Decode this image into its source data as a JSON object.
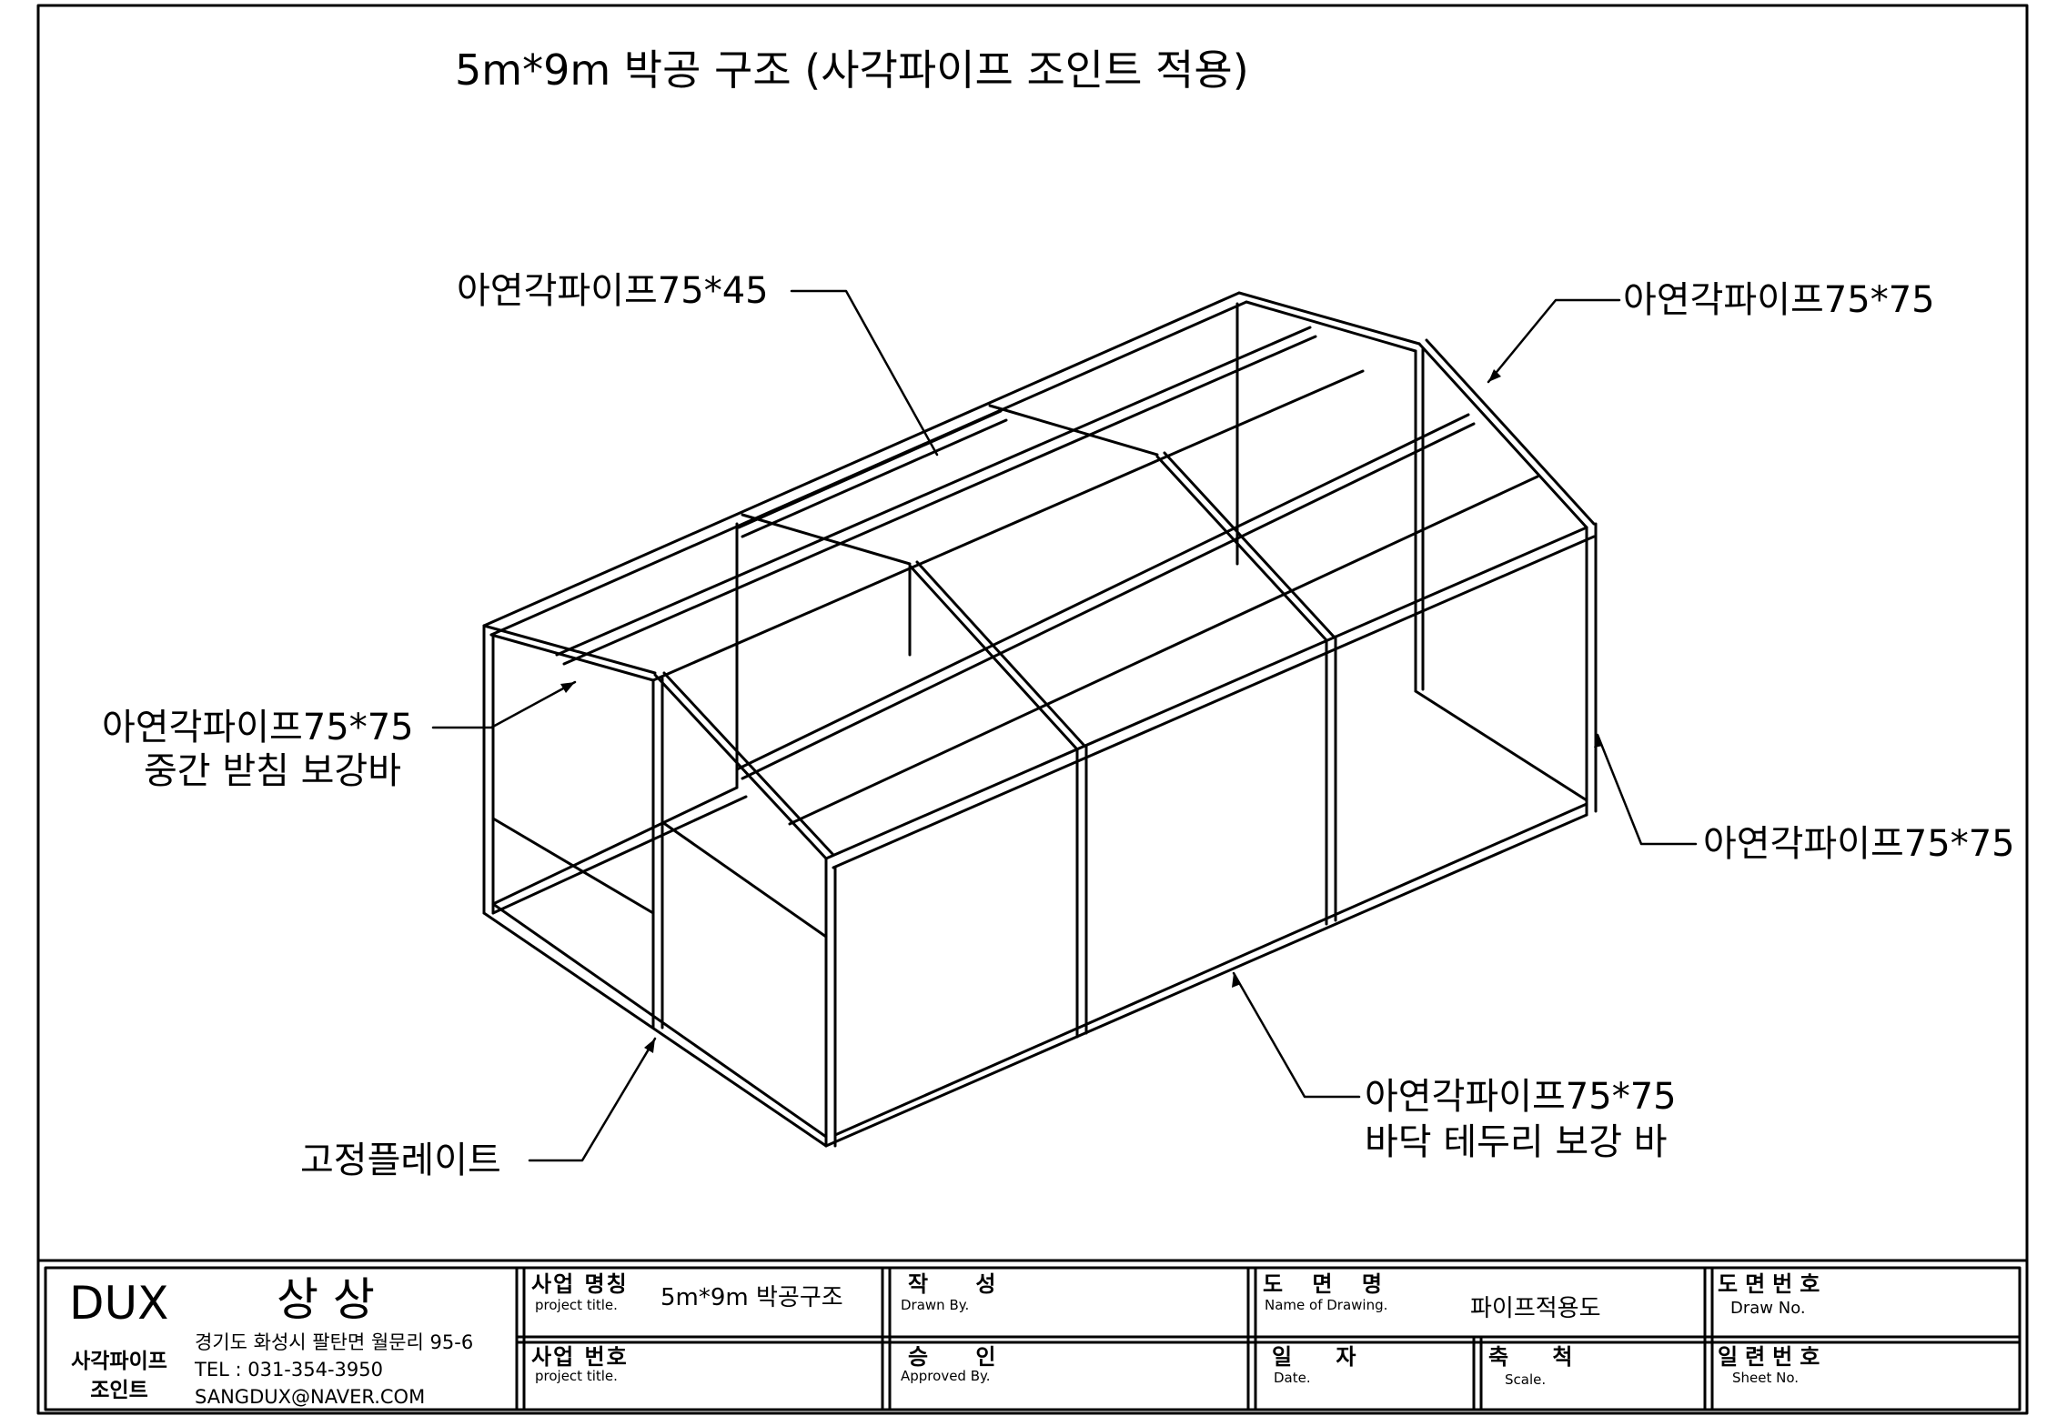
{
  "drawing": {
    "title": "5m*9m 박공 구조 (사각파이프 조인트 적용)",
    "labels": {
      "top_left_pipe": "아연각파이프75*45",
      "top_right_pipe": "아연각파이프75*75",
      "left_brace_line1": "아연각파이프75*75",
      "left_brace_line2": "중간 받침 보강바",
      "right_post_pipe": "아연각파이프75*75",
      "floor_line1": "아연각파이프75*75",
      "floor_line2": "바닥 테두리 보강 바",
      "fixing_plate": "고정플레이트"
    }
  },
  "title_block": {
    "company": {
      "brand": "DUX",
      "name": "상 상",
      "tag_line1": "사각파이프",
      "tag_line2": "조인트",
      "address": "경기도 화성시 팔탄면 월문리 95-6",
      "tel": "TEL : 031-354-3950",
      "email": "SANGDUX@NAVER.COM"
    },
    "project_name": {
      "label": "사업 명칭",
      "sub": "project title.",
      "value": "5m*9m 박공구조"
    },
    "project_no": {
      "label": "사업 번호",
      "sub": "project title.",
      "value": ""
    },
    "drawn_by": {
      "label": "작 성",
      "sub": "Drawn By.",
      "value": ""
    },
    "approved_by": {
      "label": "승 인",
      "sub": "Approved By.",
      "value": ""
    },
    "drawing_name": {
      "label": "도 면 명",
      "sub": "Name of Drawing.",
      "value": "파이프적용도"
    },
    "date": {
      "label": "일 자",
      "sub": "Date.",
      "value": ""
    },
    "scale": {
      "label": "축 척",
      "sub": "Scale.",
      "value": ""
    },
    "drawing_no": {
      "label": "도면번호",
      "sub": "Draw No.",
      "value": ""
    },
    "sheet_no": {
      "label": "일련번호",
      "sub": "Sheet No.",
      "value": ""
    }
  }
}
